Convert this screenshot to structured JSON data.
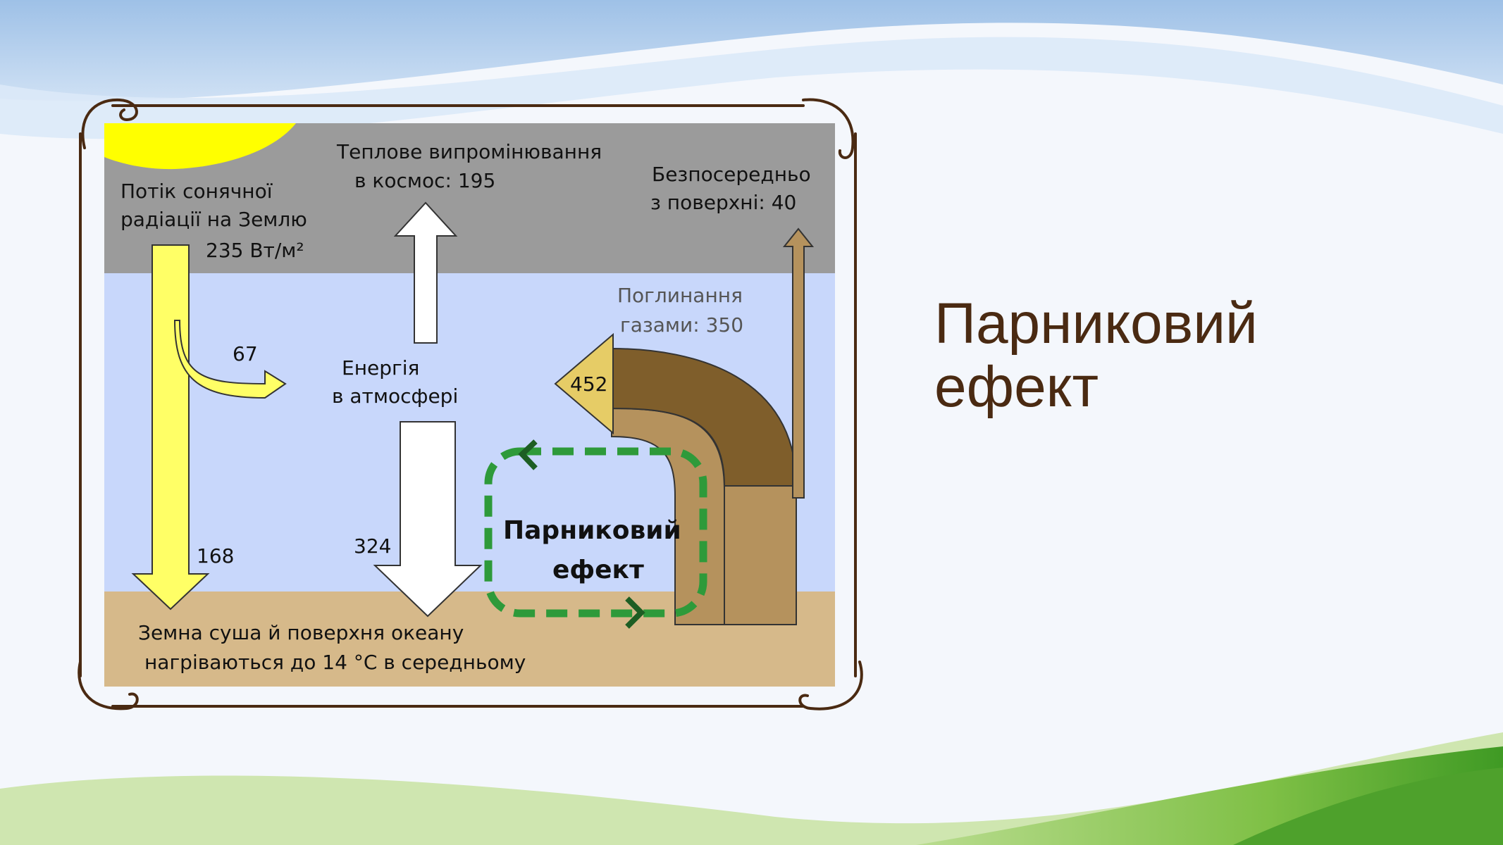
{
  "slide": {
    "title_line1": "Парниковий",
    "title_line2": "ефект"
  },
  "diagram": {
    "solar_label_1": "Потік сонячної",
    "solar_label_2": "радіації на Землю",
    "solar_label_3": "235 Вт/м²",
    "space_label_1": "Теплове випромінювання",
    "space_label_2": "в космос: 195",
    "direct_label_1": "Безпосередньо",
    "direct_label_2": "з поверхні: 40",
    "absorb_label_1": "Поглинання",
    "absorb_label_2": "газами: 350",
    "atm_energy_1": "Енергія",
    "atm_energy_2": "в атмосфері",
    "value_67": "67",
    "value_452": "452",
    "value_168": "168",
    "value_324": "324",
    "greenhouse_1": "Парниковий",
    "greenhouse_2": "ефект",
    "ground_label_1": "Земна суша й поверхня океану",
    "ground_label_2": "нагріваються до 14 °C в середньому"
  },
  "colors": {
    "space": "#9b9b9b",
    "atmosphere": "#c8d7fb",
    "ground": "#d6b98a",
    "sun": "#ffff00",
    "solar_arrow": "#ffff66",
    "dark_brown": "#7f5e2b",
    "light_brown": "#b5925d",
    "arrow_452": "#e6cc66",
    "greenhouse_loop": "#2e9a3a",
    "title": "#4a2a12"
  }
}
